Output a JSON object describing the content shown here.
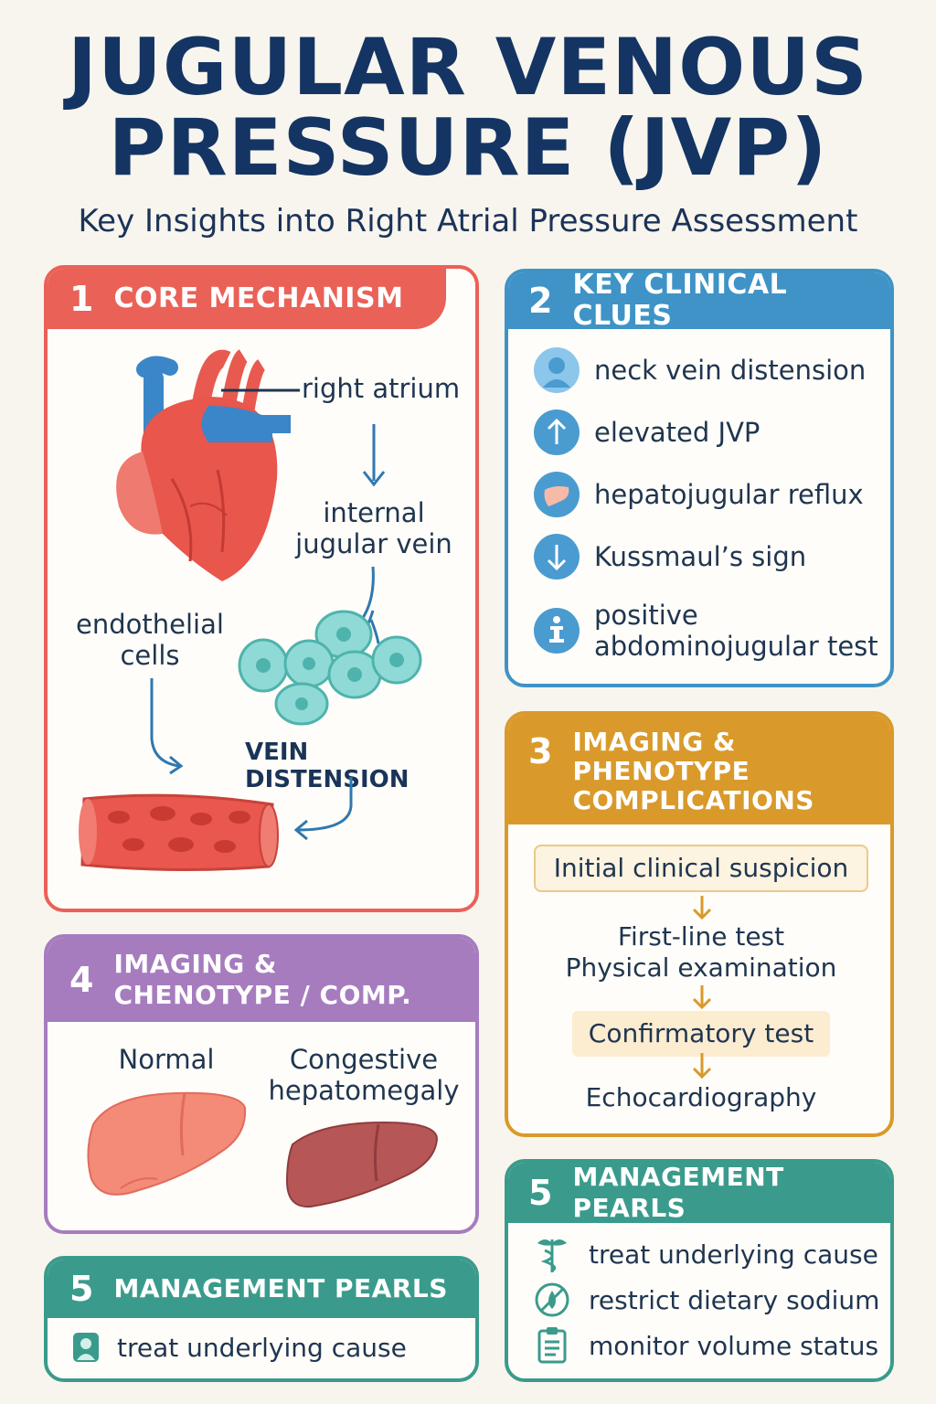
{
  "header": {
    "title_line1": "JUGULAR VENOUS",
    "title_line2": "PRESSURE (JVP)",
    "subtitle": "Key Insights into Right Atrial Pressure Assessment"
  },
  "mechanism": {
    "number": "1",
    "title": "CORE MECHANISM",
    "right_atrium": "right atrium",
    "internal_jugular_line1": "internal",
    "internal_jugular_line2": "jugular vein",
    "endothelial_line1": "endothelial",
    "endothelial_line2": "cells",
    "vein_distension": "VEIN DISTENSION"
  },
  "clues": {
    "number": "2",
    "title": "KEY CLINICAL CLUES",
    "items": [
      {
        "label": "neck vein distension",
        "icon": "person-icon"
      },
      {
        "label": "elevated JVP",
        "icon": "arrow-up-icon"
      },
      {
        "label": "hepatojugular reflux",
        "icon": "liver-icon"
      },
      {
        "label": "Kussmaul’s sign",
        "icon": "arrow-down-icon"
      },
      {
        "label_line1": "positive",
        "label_line2": "abdominojugular test",
        "icon": "abdomen-test-icon"
      }
    ]
  },
  "imaging": {
    "number": "3",
    "title_line1": "IMAGING &",
    "title_line2": "PHENOTYPE",
    "title_line3": "COMPLICATIONS",
    "step1": "Initial clinical suspicion",
    "step2_line1": "First-line test",
    "step2_line2": "Physical examination",
    "step3": "Confirmatory test",
    "step4": "Echocardiography"
  },
  "phenotype": {
    "number": "4",
    "title_line1": "IMAGING &",
    "title_line2": "CHENOTYPE / COMP.",
    "normal": "Normal",
    "congestive_line1": "Congestive",
    "congestive_line2": "hepatomegaly"
  },
  "management_left": {
    "number": "5",
    "title": "MANAGEMENT PEARLS",
    "item1": "treat underlying cause"
  },
  "management_right": {
    "number": "5",
    "title": "MANAGEMENT PEARLS",
    "items": [
      "treat underlying cause",
      "restrict dietary sodium",
      "monitor volume status"
    ]
  },
  "colors": {
    "mechanism": "#ea6157",
    "clues": "#3f93c6",
    "imaging": "#d99a2b",
    "phenotype": "#a67cbf",
    "management": "#3a9b8c",
    "title": "#143563"
  }
}
